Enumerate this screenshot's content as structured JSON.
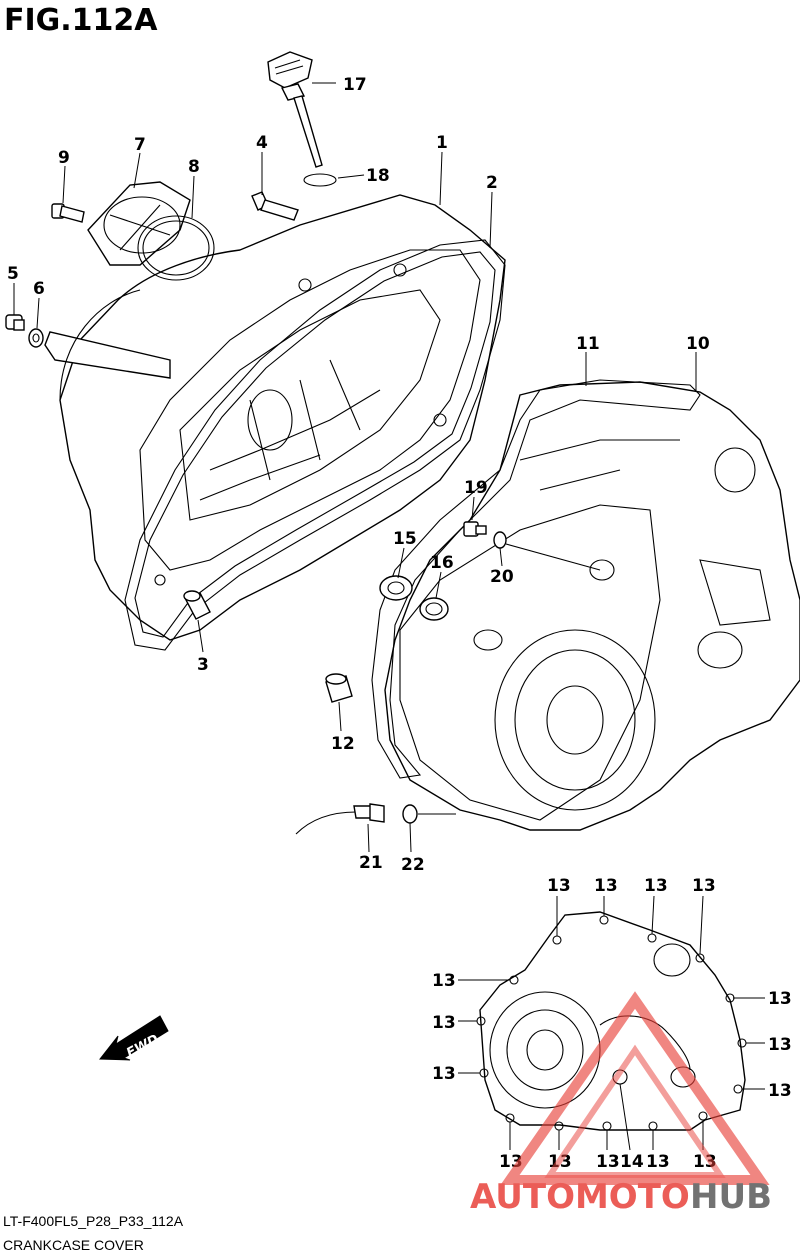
{
  "figure": {
    "title": "FIG.112A",
    "code": "LT-F400FL5_P28_P33_112A",
    "caption": "CRANKCASE COVER"
  },
  "fwd_label": "FWD",
  "watermark": {
    "part1": "AUTOMOTO",
    "part2": "HUB",
    "color_primary": "#e8413a",
    "color_secondary": "#5a5a5a"
  },
  "callouts": {
    "c1": "1",
    "c2": "2",
    "c3": "3",
    "c4": "4",
    "c5": "5",
    "c6": "6",
    "c7": "7",
    "c8": "8",
    "c9": "9",
    "c10": "10",
    "c11": "11",
    "c12": "12",
    "c14": "14",
    "c15": "15",
    "c16": "16",
    "c17": "17",
    "c18": "18",
    "c19": "19",
    "c20": "20",
    "c21": "21",
    "c22": "22",
    "c13": "13"
  }
}
